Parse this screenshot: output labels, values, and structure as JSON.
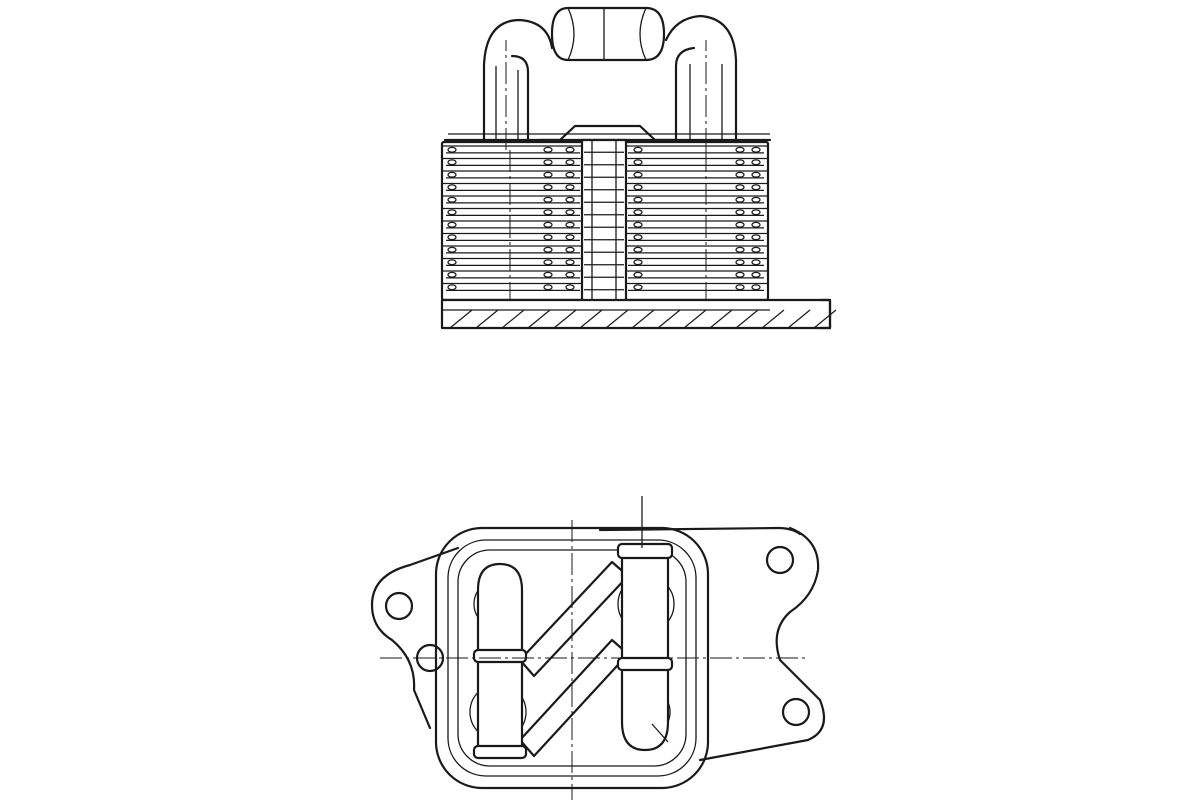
{
  "drawing": {
    "subject": "oil-cooler",
    "views": [
      "side-view",
      "top-view"
    ],
    "line_color": "#1a1a1a",
    "background_color": "#ffffff",
    "cooler_plate_count": 12
  }
}
